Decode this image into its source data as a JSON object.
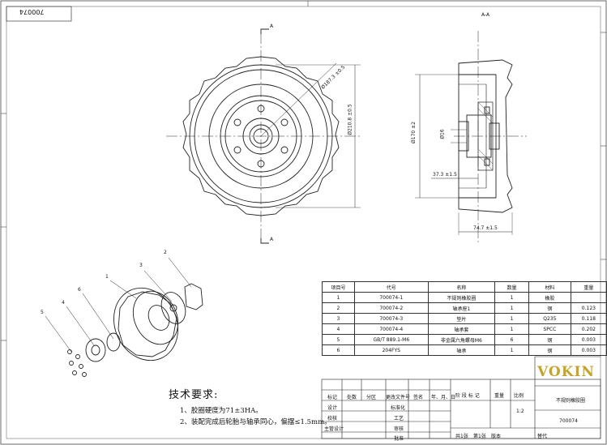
{
  "sheet_number_rotated": "700074",
  "section_top_label": "A-A",
  "section_marker": "A",
  "dims": {
    "d1": "Ø187.3 ±0.5",
    "d2": "Ø210.8 ±0.5",
    "d3": "Ø170 ±2",
    "d4": "Ø16",
    "d5": "37.3 ±1.5",
    "d6": "74.7 ±1.5"
  },
  "balloons": [
    "1",
    "2",
    "3",
    "4",
    "5",
    "6"
  ],
  "bom": {
    "headers": [
      "项目号",
      "代号",
      "名称",
      "数量",
      "材料",
      "重量"
    ],
    "rows": [
      [
        "1",
        "700074-1",
        "不规则橡胶圈",
        "1",
        "橡胶",
        ""
      ],
      [
        "2",
        "700074-2",
        "轴承座1",
        "1",
        "钢",
        "0.123"
      ],
      [
        "3",
        "700074-3",
        "垫片",
        "1",
        "Q235",
        "0.118"
      ],
      [
        "4",
        "700074-4",
        "轴承套",
        "1",
        "SPCC",
        "0.202"
      ],
      [
        "5",
        "GB/T 889.1-M6",
        "非金属六角螺母M6",
        "6",
        "钢",
        "0.003"
      ],
      [
        "6",
        "204FYS",
        "轴承",
        "1",
        "钢",
        "0.003"
      ]
    ]
  },
  "title_block": {
    "col_labels": [
      "标记",
      "处数",
      "分区",
      "更改文件号",
      "签名",
      "年、月、日"
    ],
    "row_labels": [
      "设计",
      "校核",
      "主管设计"
    ],
    "mid_labels": [
      "标准化",
      "工艺",
      "审核",
      "批准"
    ],
    "stage_labels": [
      "阶 段 标 记",
      "重量",
      "比例"
    ],
    "scale": "1:2",
    "sheets": "共1张",
    "sheet_of": "第1张",
    "version": "版本",
    "replace": "替代",
    "part_name": "不规则橡胶圈",
    "drawing_no": "700074",
    "brand": "VOKIN"
  },
  "notes": {
    "title": "技术要求:",
    "items": [
      "1、胶圈硬度为71±3HA。",
      "2、装配完成后轮胎与轴承同心，偏摆≤1.5mm。"
    ]
  }
}
